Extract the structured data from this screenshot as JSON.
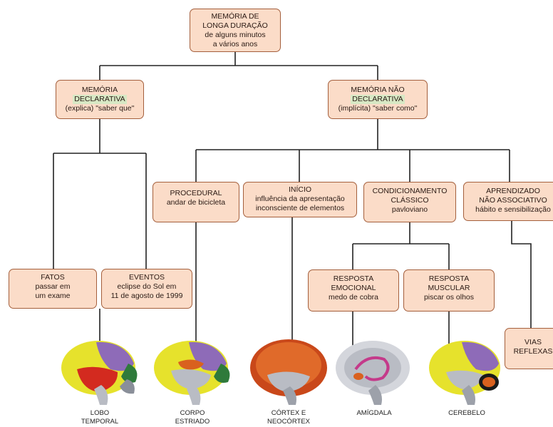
{
  "root": {
    "line1": "MEMÓRIA DE",
    "line2": "LONGA DURAÇÃO",
    "line3": "de alguns minutos",
    "line4": "a vários anos"
  },
  "declarative": {
    "line1": "MEMÓRIA",
    "line2": "DECLARATIVA",
    "line3": "(explica) \"saber que\""
  },
  "nondeclarative": {
    "line1": "MEMÓRIA NÃO",
    "line2": "DECLARATIVA",
    "line3": "(implícita) \"saber como\""
  },
  "procedural": {
    "line1": "PROCEDURAL",
    "line2": "andar de bicicleta"
  },
  "inicio": {
    "line1": "INÍCIO",
    "line2": "influência da apresentação",
    "line3": "inconsciente de elementos"
  },
  "condicionamento": {
    "line1": "CONDICIONAMENTO",
    "line2": "CLÁSSICO",
    "line3": "pavloviano"
  },
  "aprendizado": {
    "line1": "APRENDIZADO",
    "line2": "NÃO ASSOCIATIVO",
    "line3": "hábito e sensibilização"
  },
  "fatos": {
    "line1": "FATOS",
    "line2": "passar em",
    "line3": "um exame"
  },
  "eventos": {
    "line1": "EVENTOS",
    "line2": "eclipse do Sol em",
    "line3": "11 de agosto de 1999"
  },
  "emocional": {
    "line1": "RESPOSTA",
    "line2": "EMOCIONAL",
    "line3": "medo de cobra"
  },
  "muscular": {
    "line1": "RESPOSTA",
    "line2": "MUSCULAR",
    "line3": "piscar os olhos"
  },
  "vias": {
    "line1": "VIAS",
    "line2": "REFLEXAS"
  },
  "captions": {
    "lobo": {
      "line1": "LOBO",
      "line2": "TEMPORAL"
    },
    "corpo": {
      "line1": "CORPO",
      "line2": "ESTRIADO"
    },
    "cortex": {
      "line1": "CÓRTEX E",
      "line2": "NEOCÓRTEX"
    },
    "amigdala": {
      "line1": "AMÍGDALA"
    },
    "cerebelo": {
      "line1": "CEREBELO"
    }
  },
  "colors": {
    "box_fill": "#fbdcc8",
    "box_border": "#a45f3c",
    "highlight": "#d7e8c4",
    "line": "#222222",
    "brain_yellow": "#e6e22c",
    "brain_purple": "#8e6bb8",
    "brain_green": "#2f7a3b",
    "brain_red": "#d32a1f",
    "brain_orange": "#d9611e",
    "brain_gray": "#b9bcc4"
  }
}
